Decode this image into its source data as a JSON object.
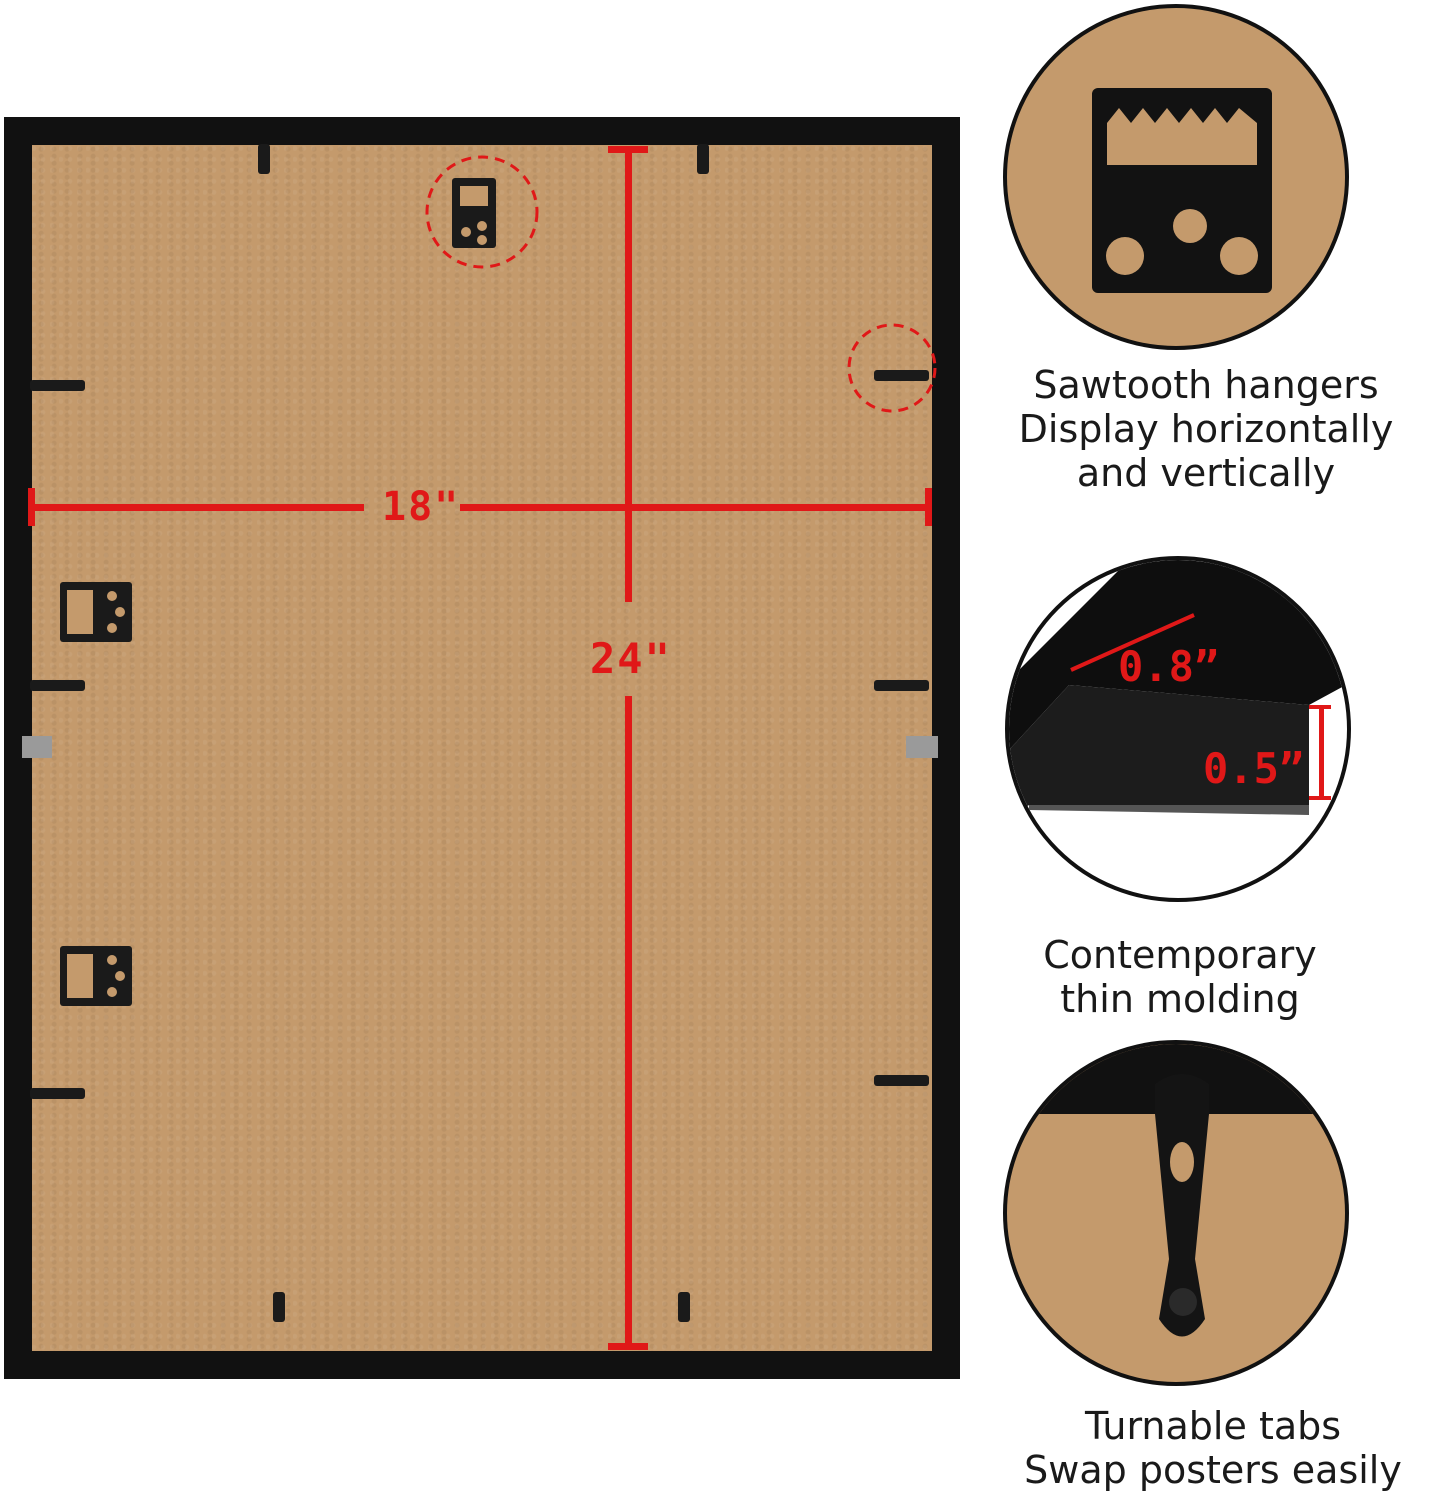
{
  "dimensions": {
    "width_label": "18\"",
    "height_label": "24\""
  },
  "details": [
    {
      "name": "sawtooth",
      "lines": [
        "Sawtooth hangers",
        "Display horizontally",
        "and vertically"
      ]
    },
    {
      "name": "molding",
      "lines": [
        "Contemporary",
        "thin molding"
      ],
      "depth_label": "0.8”",
      "profile_label": "0.5”"
    },
    {
      "name": "tabs",
      "lines": [
        "Turnable tabs",
        "Swap posters easily"
      ]
    }
  ],
  "colors": {
    "accent": "#e01818",
    "kraft": "#c49a6c",
    "frame": "#111111"
  }
}
